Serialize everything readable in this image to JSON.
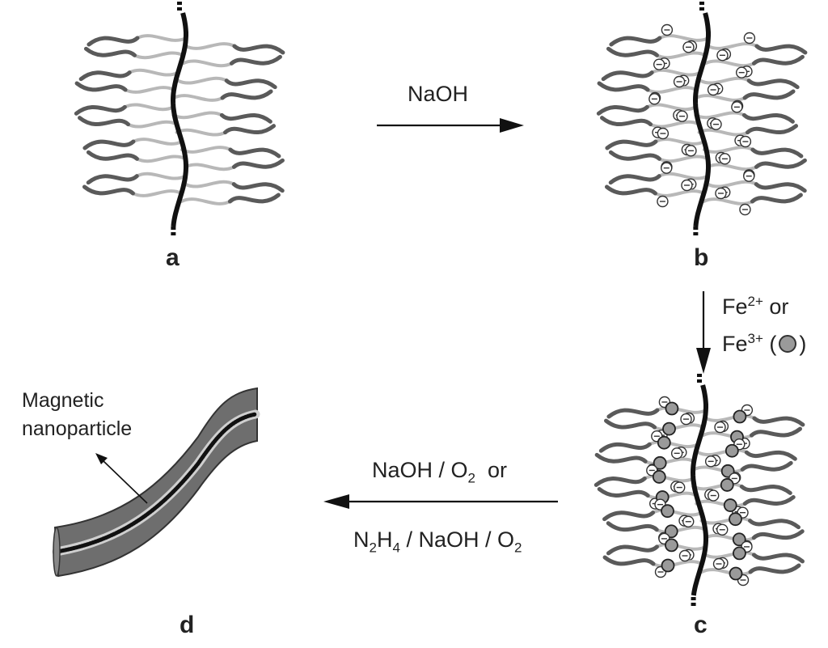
{
  "panels": {
    "a": "a",
    "b": "b",
    "c": "c",
    "d": "d"
  },
  "steps": {
    "step1": {
      "reagent": "NaOH"
    },
    "step2": {
      "line1_ion": "Fe",
      "line1_charge": "2+",
      "line1_tail": " or",
      "line2_ion": "Fe",
      "line2_charge": "3+",
      "line2_tail": " (",
      "line2_close": ")"
    },
    "step3": {
      "line1_a": "NaOH / O",
      "line1_sub": "2",
      "line1_b": "  or",
      "line2_a": "N",
      "line2_sub1": "2",
      "line2_b": "H",
      "line2_sub2": "4",
      "line2_c": " / NaOH / O",
      "line2_sub3": "2"
    }
  },
  "annotation": {
    "line1": "Magnetic",
    "line2": "nanoparticle"
  },
  "symbols": {
    "anion": "⊖",
    "iron_ion": "iron-ion-circle"
  },
  "colors": {
    "backbone": "#111111",
    "side_chain_dark": "#5a5a5a",
    "side_chain_light": "#b8b8b8",
    "ion_fill": "#9a9a9a",
    "fiber_fill": "#6e6e6e",
    "fiber_light": "#cfcfcf"
  }
}
